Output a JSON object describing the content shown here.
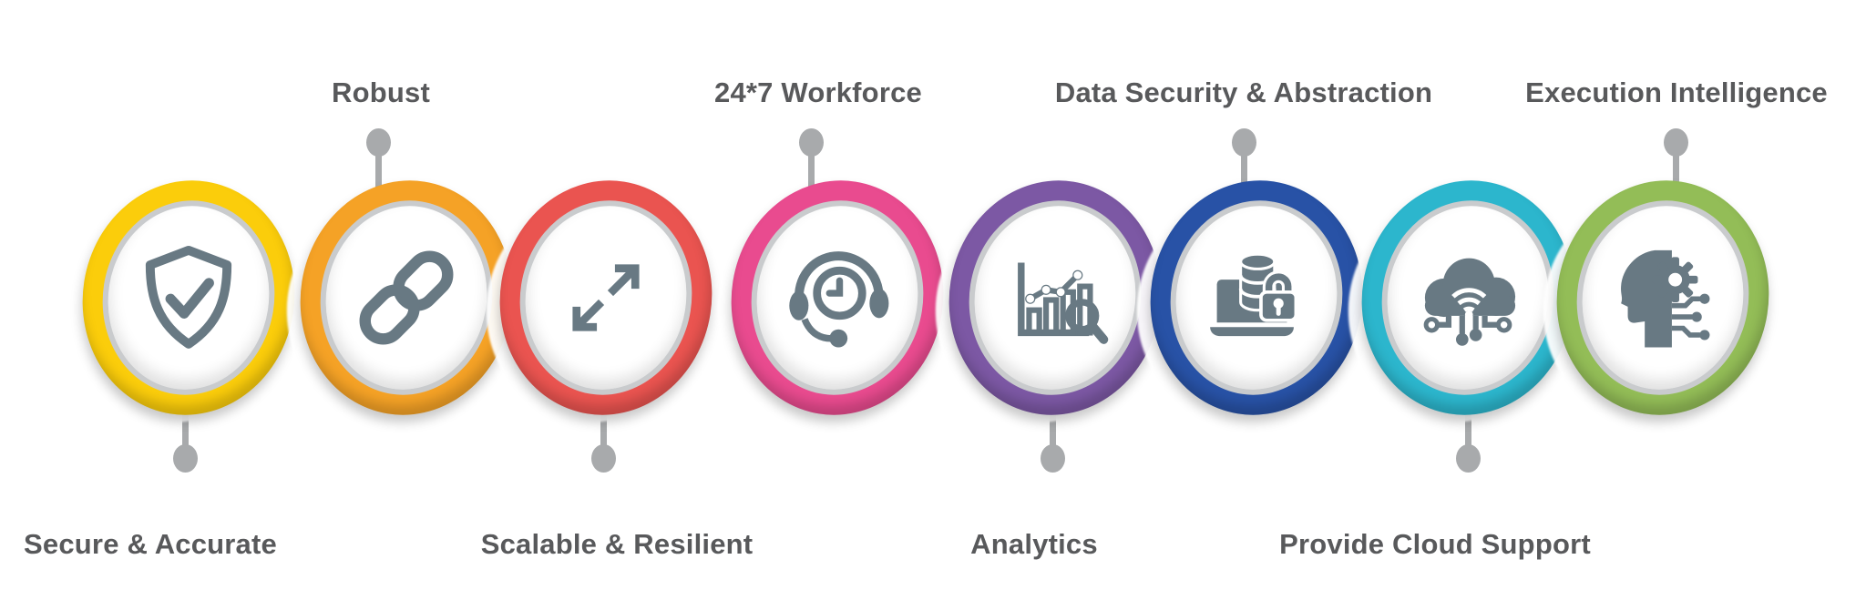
{
  "background_color": "#ffffff",
  "text_color": "#58595b",
  "connector_color": "#a8aaac",
  "icon_color": "#687983",
  "items": [
    {
      "label": "Secure & Accurate",
      "label_position": "bottom",
      "ring_color": "#FBCD0B",
      "icon": "shield-check-icon"
    },
    {
      "label": "Robust",
      "label_position": "top",
      "ring_color": "#F5A226",
      "icon": "chain-link-icon"
    },
    {
      "label": "Scalable & Resilient",
      "label_position": "bottom",
      "ring_color": "#EA5450",
      "icon": "expand-arrows-icon"
    },
    {
      "label": "24*7 Workforce",
      "label_position": "top",
      "ring_color": "#E94B8F",
      "icon": "headset-clock-icon"
    },
    {
      "label": "Analytics",
      "label_position": "bottom",
      "ring_color": "#7C58A4",
      "icon": "chart-magnifier-icon"
    },
    {
      "label": "Data Security & Abstraction",
      "label_position": "top",
      "ring_color": "#2852A6",
      "icon": "laptop-database-lock-icon"
    },
    {
      "label": "Provide Cloud Support",
      "label_position": "bottom",
      "ring_color": "#2CB6CD",
      "icon": "cloud-network-icon"
    },
    {
      "label": "Execution Intelligence",
      "label_position": "top",
      "ring_color": "#93BD57",
      "icon": "head-gear-icon"
    }
  ]
}
